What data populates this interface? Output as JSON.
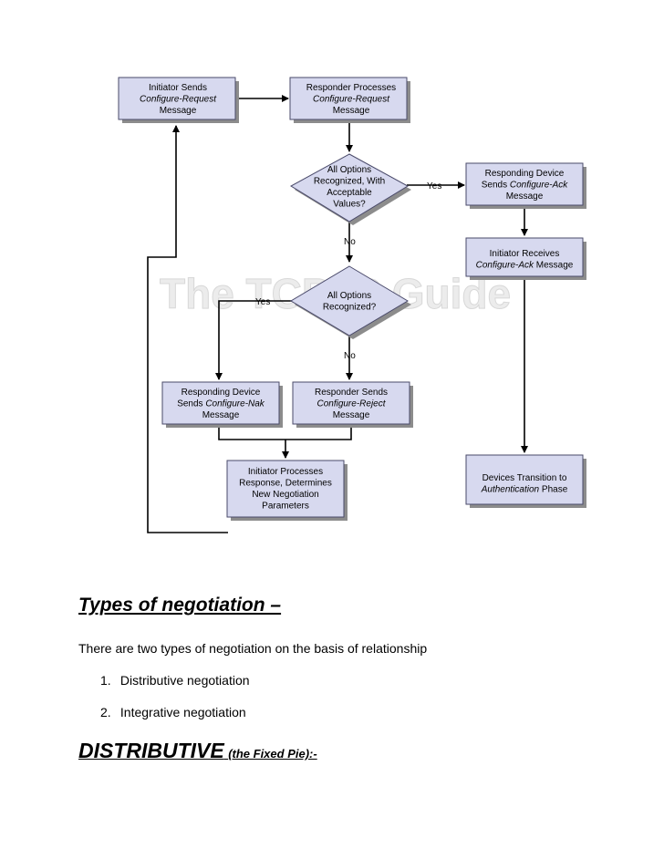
{
  "flowchart": {
    "watermark": "The TCP/IP Guide",
    "nodes": {
      "initiator_sends": [
        {
          "text": "Initiator Sends",
          "italic": false
        },
        {
          "text": "Configure-Request",
          "italic": true
        },
        {
          "text": "Message",
          "italic": false
        }
      ],
      "responder_processes": [
        {
          "text": "Responder Processes",
          "italic": false
        },
        {
          "text": "Configure-Request",
          "italic": true
        },
        {
          "text": "Message",
          "italic": false
        }
      ],
      "decision_acceptable": [
        {
          "text": "All Options",
          "italic": false
        },
        {
          "text": "Recognized, With",
          "italic": false
        },
        {
          "text": "Acceptable",
          "italic": false
        },
        {
          "text": "Values?",
          "italic": false
        }
      ],
      "responding_ack": [
        {
          "text": "Responding Device",
          "italic": false
        },
        {
          "text": "Sends ",
          "italic": false,
          "suffix": "Configure-Ack"
        },
        {
          "text": "Message",
          "italic": false
        }
      ],
      "initiator_receives_ack": [
        {
          "text": "Initiator Receives",
          "italic": false
        },
        {
          "text": "Configure-Ack",
          "italic": true,
          "suffix": " Message",
          "suffix_italic": false
        }
      ],
      "decision_recognized": [
        {
          "text": "All Options",
          "italic": false
        },
        {
          "text": "Recognized?",
          "italic": false
        }
      ],
      "responding_nak": [
        {
          "text": "Responding Device",
          "italic": false
        },
        {
          "text": "Sends ",
          "italic": false,
          "suffix": "Configure-Nak"
        },
        {
          "text": "Message",
          "italic": false
        }
      ],
      "responder_reject": [
        {
          "text": "Responder Sends",
          "italic": false
        },
        {
          "text": "Configure-Reject",
          "italic": true
        },
        {
          "text": "Message",
          "italic": false
        }
      ],
      "initiator_processes": [
        {
          "text": "Initiator Processes",
          "italic": false
        },
        {
          "text": "Response, Determines",
          "italic": false
        },
        {
          "text": "New Negotiation",
          "italic": false
        },
        {
          "text": "Parameters",
          "italic": false
        }
      ],
      "devices_transition": [
        {
          "text": "Devices Transition to",
          "italic": false
        },
        {
          "text": "Authentication",
          "italic": true,
          "suffix": " Phase",
          "suffix_italic": false
        }
      ]
    },
    "edge_labels": {
      "yes_1": "Yes",
      "no_1": "No",
      "yes_2": "Yes",
      "no_2": "No"
    }
  },
  "document": {
    "heading1": "Types of negotiation –",
    "intro": "There are two types of negotiation on the basis of relationship",
    "list": [
      {
        "num": "1.",
        "text": "Distributive negotiation"
      },
      {
        "num": "2.",
        "text": "Integrative negotiation"
      }
    ],
    "heading2_main": "DISTRIBUTIVE",
    "heading2_sub": "(the Fixed Pie):-"
  }
}
